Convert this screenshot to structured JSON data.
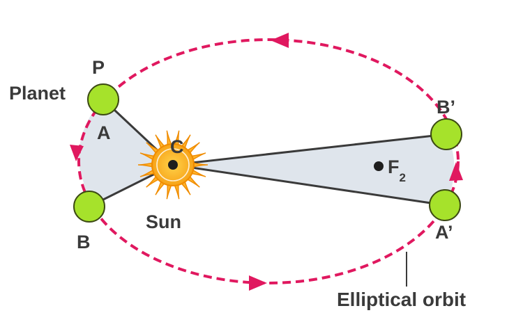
{
  "labels": {
    "p": "P",
    "planet": "Planet",
    "a": "A",
    "b": "B",
    "c": "C",
    "sun": "Sun",
    "b_prime": "B’",
    "a_prime": "A’",
    "f": "F",
    "f_sub": "2",
    "orbit": "Elliptical orbit"
  },
  "colors": {
    "orbit": "#e0185f",
    "planet_fill": "#a6e22b",
    "planet_stroke": "#3c4a14",
    "sector_fill": "#dfe5ec",
    "sun_core": "#f7a318",
    "sun_rays": "#ffb52e",
    "text": "#3a3a3a"
  },
  "icons": [
    "sun-icon",
    "planet-icon",
    "arrow-icon"
  ]
}
